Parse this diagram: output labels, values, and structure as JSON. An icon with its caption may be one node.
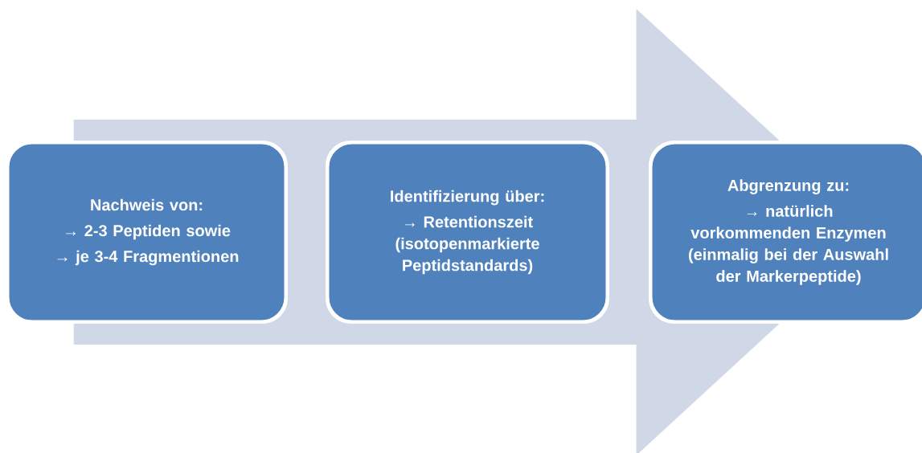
{
  "diagram": {
    "nodes": [
      {
        "text": [
          "Nachweis von:",
          "→ 2-3 Peptiden sowie",
          "→ je 3-4 Fragmentionen"
        ]
      },
      {
        "text": [
          "Identifizierung über:",
          "→ Retentionszeit (isotopenmarkierte Peptidstandards)"
        ]
      },
      {
        "text": [
          "Abgrenzung zu:",
          "→ natürlich vorkommenden Enzymen (einmalig bei der Auswahl der Markerpeptide)"
        ]
      }
    ],
    "edges": [
      {
        "from": 0,
        "to": 2,
        "arrow": "to"
      }
    ]
  }
}
